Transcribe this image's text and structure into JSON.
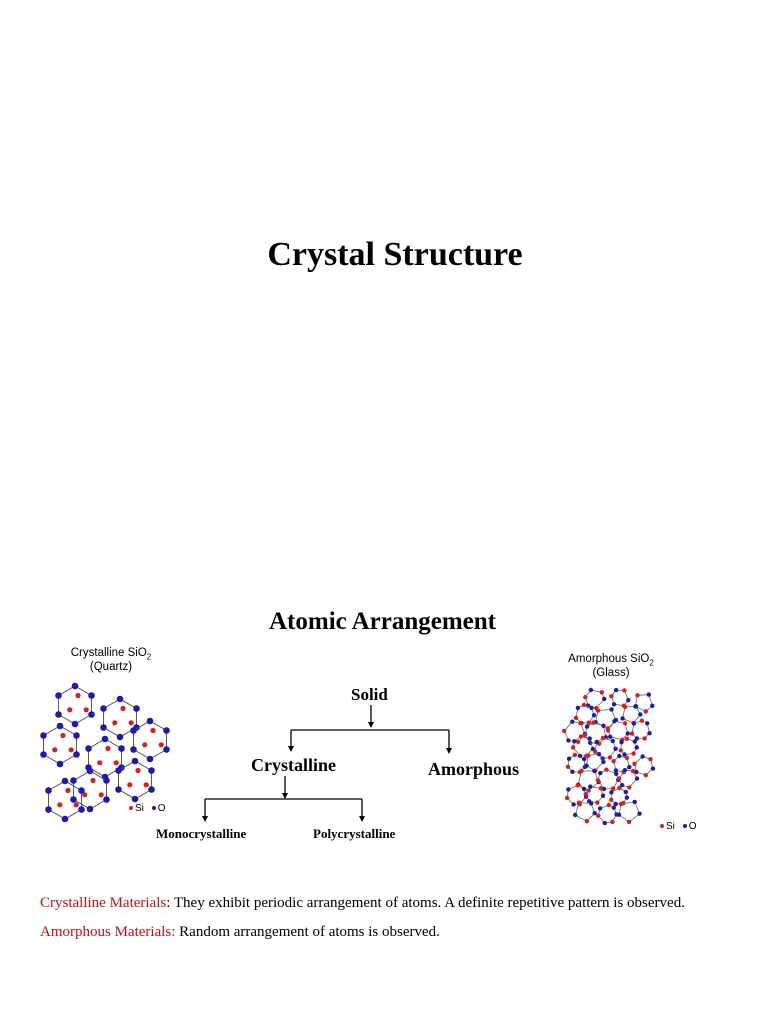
{
  "title": "Crystal Structure",
  "subtitle": "Atomic Arrangement",
  "crystalline_figure": {
    "label_main": "Crystalline SiO",
    "subscript": "2",
    "label_sub": "(Quartz)"
  },
  "amorphous_figure": {
    "label_main": "Amorphous SiO",
    "subscript": "2",
    "label_sub": "(Glass)"
  },
  "legend": {
    "si": "Si",
    "o": "O",
    "si_color": "#d42020",
    "o_color": "#1c1ca8"
  },
  "tree": {
    "root": "Solid",
    "crystalline": "Crystalline",
    "amorphous": "Amorphous",
    "mono": "Monocrystalline",
    "poly": "Polycrystalline"
  },
  "definitions": [
    {
      "term": "Crystalline Materials",
      "sep": ":",
      "text": " They exhibit periodic arrangement of atoms. A definite repetitive pattern is observed."
    },
    {
      "term": "Amorphous Materials:",
      "sep": "",
      "text": " Random arrangement of atoms is observed."
    }
  ]
}
